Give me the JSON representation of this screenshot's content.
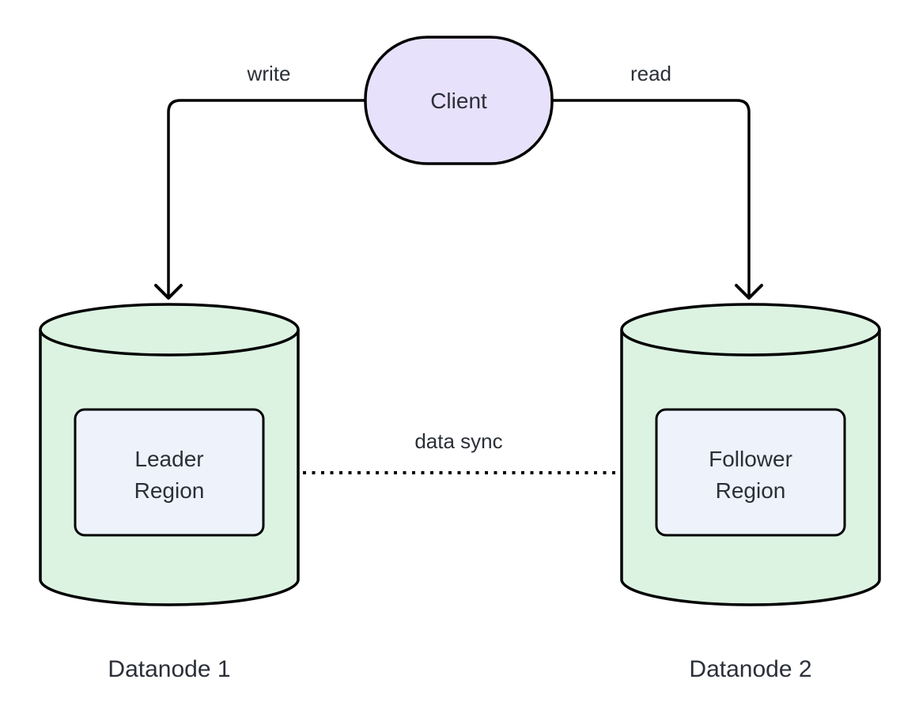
{
  "diagram": {
    "client": {
      "label": "Client"
    },
    "edges": {
      "write": {
        "label": "write"
      },
      "read": {
        "label": "read"
      },
      "data_sync": {
        "label": "data sync"
      }
    },
    "datanodes": [
      {
        "title": "Datanode 1",
        "region": {
          "line1": "Leader",
          "line2": "Region"
        }
      },
      {
        "title": "Datanode 2",
        "region": {
          "line1": "Follower",
          "line2": "Region"
        }
      }
    ],
    "colors": {
      "client_fill": "#e8e1fb",
      "cylinder_fill": "#dcf3e2",
      "region_fill": "#eef2fb",
      "line": "#000000",
      "text": "#2b2f38"
    }
  }
}
